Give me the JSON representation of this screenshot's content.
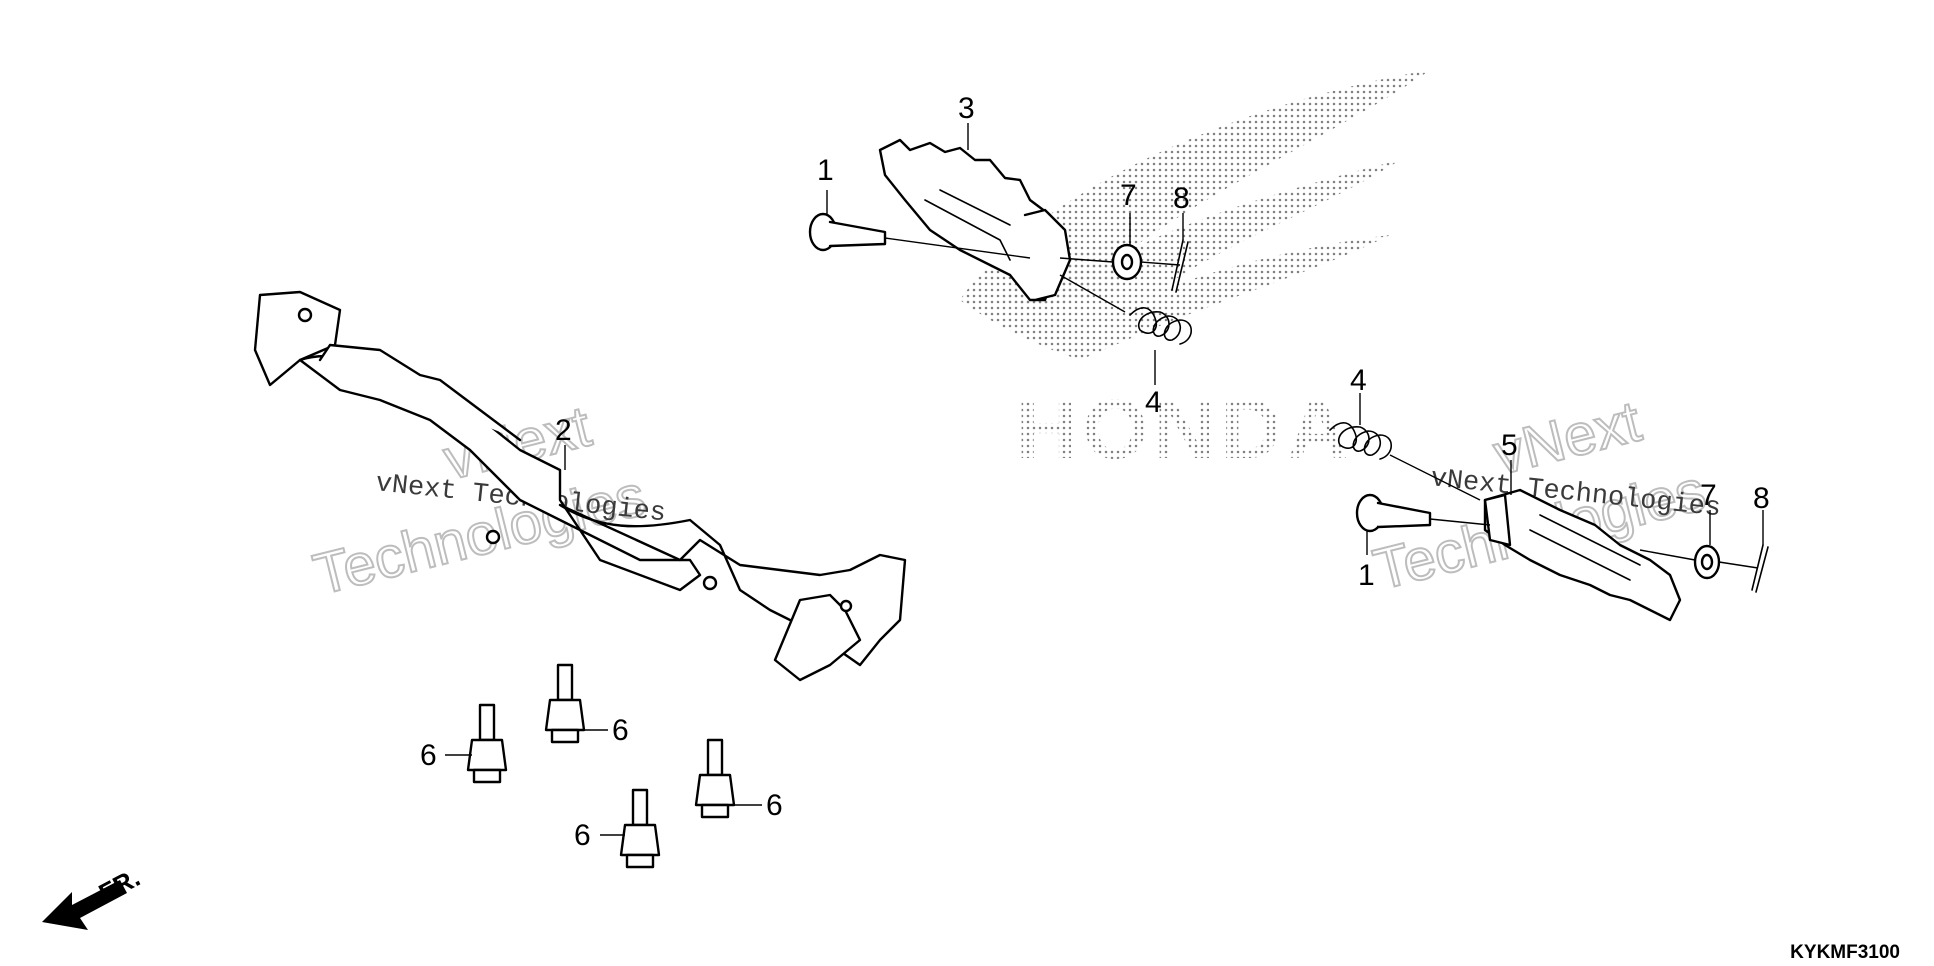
{
  "diagram_code": "KYKMF3100",
  "direction_label": "FR.",
  "logo_text": "HONDA",
  "watermark": {
    "line1": "vNext",
    "line2": "Technologies",
    "mono": "vNext Technologies"
  },
  "callouts": {
    "pin_left": "1",
    "pin_right": "1",
    "bracket": "2",
    "step_left": "3",
    "spring_left": "4",
    "spring_right": "4",
    "step_right": "5",
    "bolt_a": "6",
    "bolt_b": "6",
    "bolt_c": "6",
    "bolt_d": "6",
    "washer_left": "7",
    "washer_right": "7",
    "cotter_left": "8",
    "cotter_right": "8"
  }
}
